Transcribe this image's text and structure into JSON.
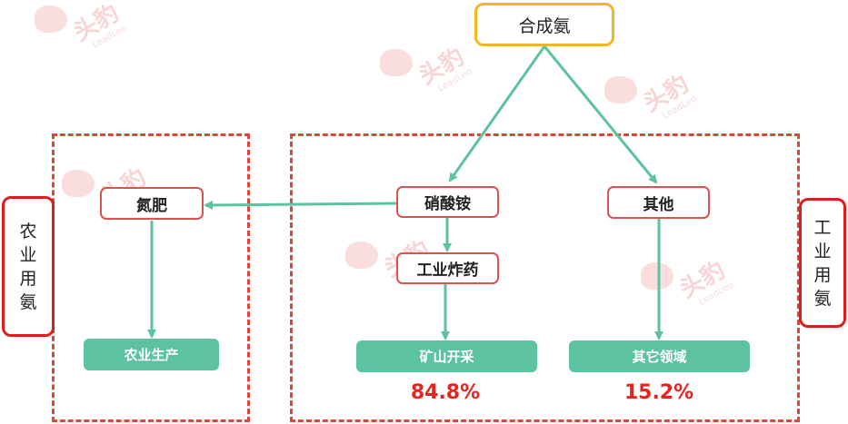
{
  "top": {
    "label": "合成氨"
  },
  "nodes": {
    "fertilizer": "氮肥",
    "nitrate": "硝酸铵",
    "explosive": "工业炸药",
    "other": "其他"
  },
  "outputs": {
    "agri": "农业生产",
    "mining": "矿山开采",
    "other_fields": "其它领域"
  },
  "shares": {
    "mining": "84.8%",
    "other_fields": "15.2%"
  },
  "side_labels": {
    "agricultural": "农业用氨",
    "industrial": "工业用氨"
  },
  "watermark": {
    "cn": "头豹",
    "en": "LeadLeo"
  },
  "colors": {
    "accent_yellow": "#f2b71a",
    "dash_red": "#e0453a",
    "arrow_green": "#5cc2a2",
    "percent_red": "#e8231f",
    "side_red": "#e01d1d"
  }
}
